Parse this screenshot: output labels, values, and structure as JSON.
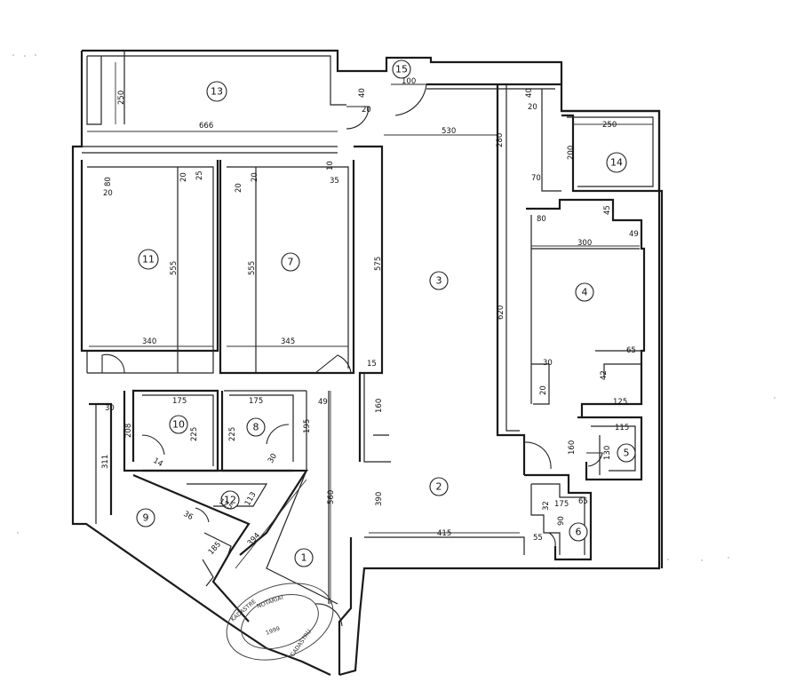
{
  "rooms": {
    "r1": "1",
    "r2": "2",
    "r3": "3",
    "r4": "4",
    "r5": "5",
    "r6": "6",
    "r7": "7",
    "r8": "8",
    "r9": "9",
    "r10": "10",
    "r11": "11",
    "r12": "12",
    "r13": "13",
    "r14": "14",
    "r15": "15"
  },
  "dims": {
    "d250a": "250",
    "d666": "666",
    "d100": "100",
    "d40a": "40",
    "d20a": "20",
    "d530": "530",
    "d40b": "40",
    "d20b": "20",
    "d280": "280",
    "d70": "70",
    "d250b": "250",
    "d200": "200",
    "d80a": "80",
    "d20c": "20",
    "d20d": "20",
    "d25": "25",
    "d555a": "555",
    "d340": "340",
    "d20e": "20",
    "d20f": "20",
    "d10": "10",
    "d35": "35",
    "d555b": "555",
    "d345": "345",
    "d575": "575",
    "d620": "620",
    "d80b": "80",
    "d45": "45",
    "d49a": "49",
    "d300": "300",
    "d65a": "65",
    "d30a": "30",
    "d42": "42",
    "d20g": "20",
    "d125": "125",
    "d115": "115",
    "d130": "130",
    "d160a": "160",
    "d15": "15",
    "d160b": "160",
    "d49b": "49",
    "d175a": "175",
    "d225a": "225",
    "d175b": "175",
    "d225b": "225",
    "d195": "195",
    "d30b": "30",
    "d208": "208",
    "d311": "311",
    "d560": "560",
    "d390": "390",
    "d415": "415",
    "d32": "32",
    "d175c": "175",
    "d65b": "65",
    "d90": "90",
    "d55": "55",
    "d394": "394",
    "d185": "185",
    "d113": "113",
    "d36": "36",
    "d125b": "125",
    "d14": "14",
    "d30c": "30"
  },
  "stamp": {
    "line1": "KADASTRE",
    "line2": "NOTARIAT",
    "line3": "CADASTRU",
    "line4": "1999"
  }
}
